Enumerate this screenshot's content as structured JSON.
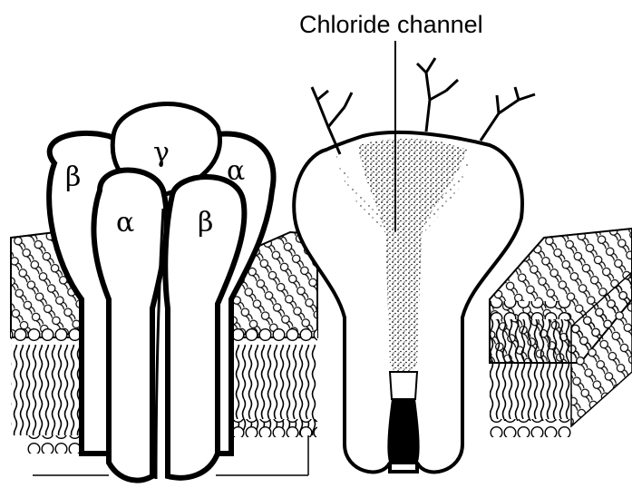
{
  "title": "Chloride channel",
  "subunits": {
    "left_outer": "β",
    "top": "γ",
    "right_outer": "α",
    "left_inner": "α",
    "right_inner": "β"
  },
  "colors": {
    "ink": "#000000",
    "background": "#ffffff"
  }
}
